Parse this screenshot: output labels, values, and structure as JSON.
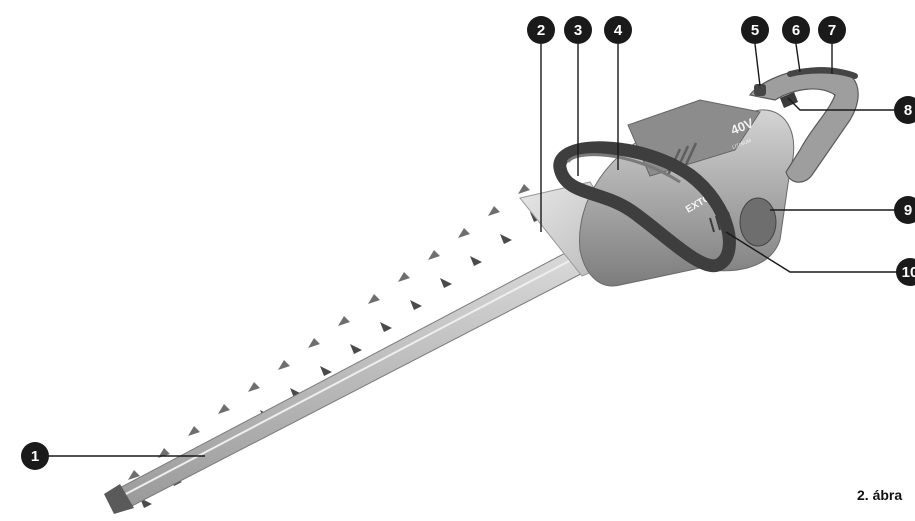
{
  "figure": {
    "caption": "2. ábra",
    "brand_text": "EXTOL",
    "voltage_text": "40V",
    "battery_text": "LITHIUM"
  },
  "callouts": [
    "1",
    "2",
    "3",
    "4",
    "5",
    "6",
    "7",
    "8",
    "9",
    "10"
  ],
  "colors": {
    "callout_fill": "#1a1a1a",
    "leader_line": "#1a1a1a",
    "body_gray": "#a9a9a9",
    "dark_gray": "#4d4d4d",
    "blade_gray": "#b5b5b5"
  }
}
